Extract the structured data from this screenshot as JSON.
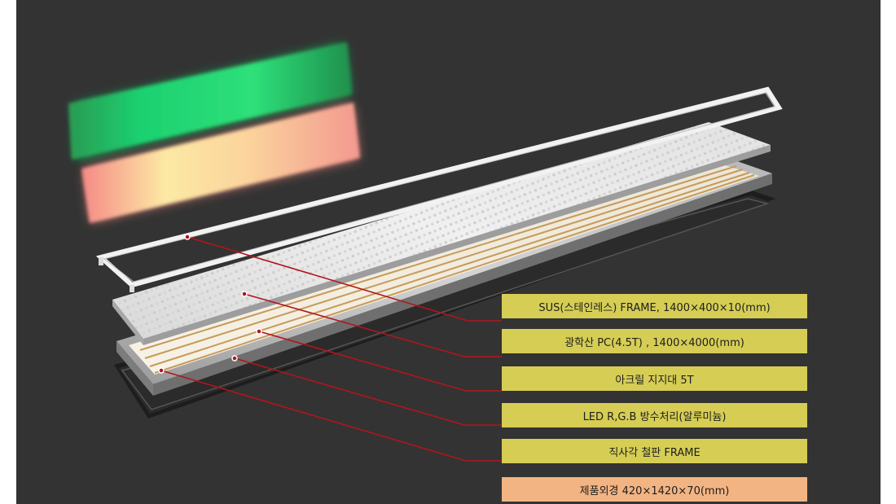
{
  "colors": {
    "background": "#333333",
    "label_fill": "#d6cd55",
    "summary_fill": "#f2b483",
    "leader_line": "#b3141e",
    "glow_green": "#19c46a",
    "glow_warm": "#f6b583"
  },
  "layers": [
    {
      "label": "SUS(스테인레스) FRAME, 1400×400×10(mm)"
    },
    {
      "label": "광학산 PC(4.5T) , 1400×4000(mm)"
    },
    {
      "label": "아크릴 지지대 5T"
    },
    {
      "label": "LED R,G.B 방수처리(알루미늄)"
    },
    {
      "label": "직사각 철판 FRAME"
    }
  ],
  "summary": {
    "label": "제품외경 420×1420×70(mm)"
  }
}
